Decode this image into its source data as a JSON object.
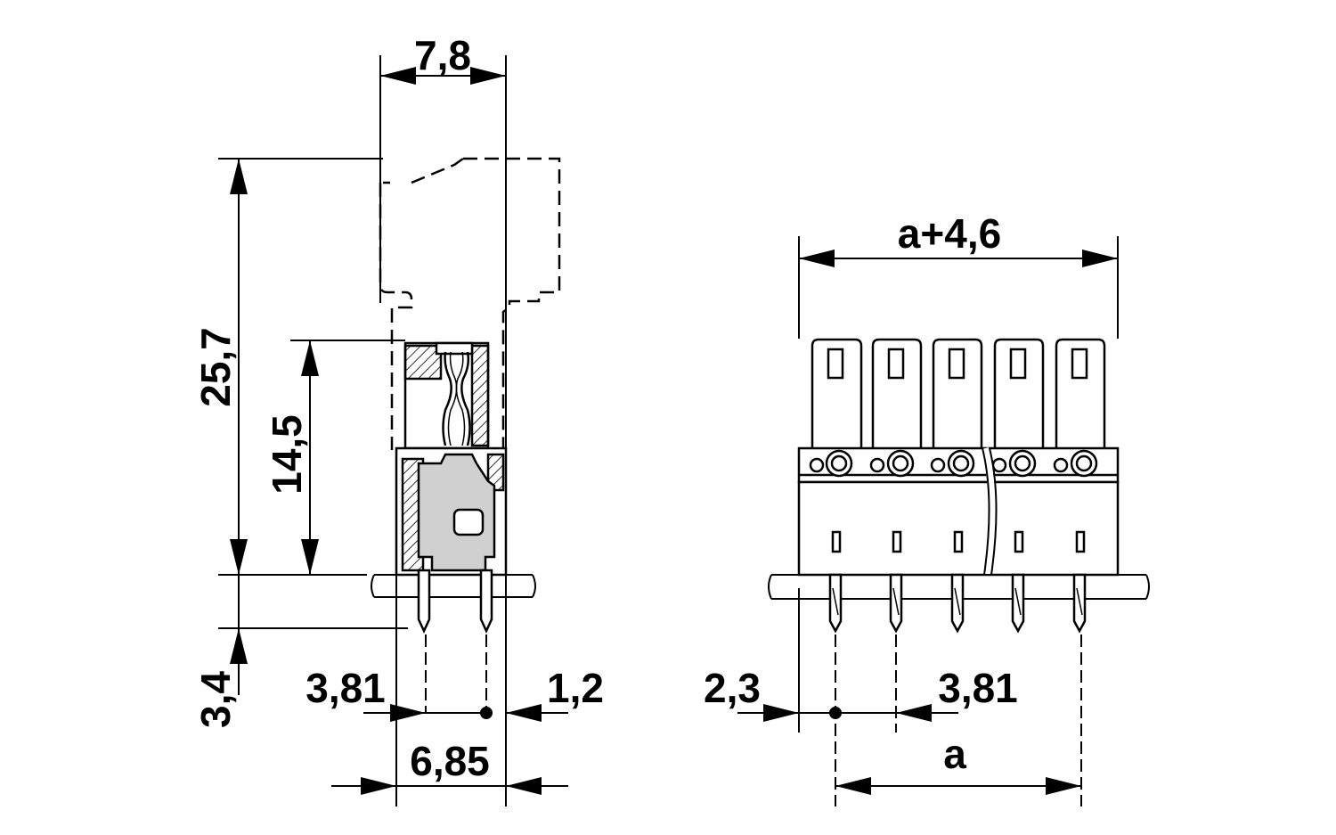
{
  "side_view": {
    "dim_width_top": "7,8",
    "dim_height_total": "25,7",
    "dim_height_body": "14,5",
    "dim_pin_length": "3,4",
    "dim_pin_pitch": "3,81",
    "dim_pin_offset": "1,2",
    "dim_base_width": "6,85"
  },
  "front_view": {
    "dim_overall_width": "a+4,6",
    "dim_edge_offset": "2,3",
    "dim_pin_pitch": "3,81",
    "dim_pitch_span": "a"
  },
  "colors": {
    "line": "#000000",
    "contact_fill": "#d0d0d0",
    "background": "#ffffff"
  }
}
